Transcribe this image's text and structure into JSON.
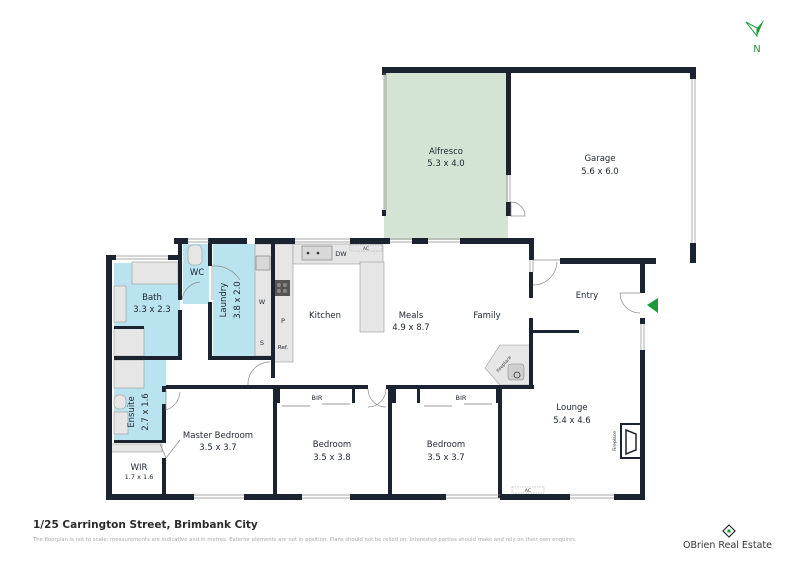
{
  "footer": {
    "address": "1/25 Carrington Street, Brimbank City",
    "disclaimer": "The floorplan is not to scale; measurements are indicative and in metres. Exterior elements are not in position. Plans should not be relied on. Interested parties should make and rely on their own enquires.",
    "brand_name": "OBrien Real Estate",
    "brand_icon": "diamond-logo-icon"
  },
  "compass": {
    "label": "N",
    "icon": "north-arrow-icon",
    "color": "#1a9a3a"
  },
  "colors": {
    "wall": "#1b2230",
    "wet_area": "#b9e3ef",
    "outdoor": "#d3e4d5",
    "fixture": "#e6e6e6",
    "entry_marker": "#1a9a3a"
  },
  "rooms": {
    "alfresco": {
      "name": "Alfresco",
      "dims": "5.3 x 4.0"
    },
    "garage": {
      "name": "Garage",
      "dims": "5.6 x 6.0"
    },
    "bath": {
      "name": "Bath",
      "dims": "3.3 x 2.3"
    },
    "wc": {
      "name": "WC"
    },
    "laundry": {
      "name": "Laundry",
      "dims": "3.8 x 2.0"
    },
    "kitchen": {
      "name": "Kitchen"
    },
    "meals": {
      "name": "Meals",
      "dims": "4.9 x 8.7"
    },
    "family": {
      "name": "Family"
    },
    "entry": {
      "name": "Entry"
    },
    "ensuite": {
      "name": "Ensuite",
      "dims": "2.7 x 1.6"
    },
    "wir": {
      "name": "WIR",
      "dims": "1.7 x 1.6"
    },
    "master": {
      "name": "Master Bedroom",
      "dims": "3.5 x 3.7"
    },
    "bedroom2": {
      "name": "Bedroom",
      "dims": "3.5 x 3.8"
    },
    "bedroom3": {
      "name": "Bedroom",
      "dims": "3.5 x 3.7"
    },
    "lounge": {
      "name": "Lounge",
      "dims": "5.4 x 4.6"
    }
  },
  "fixtures": {
    "washer": "W",
    "pantry": "P",
    "sink_label": "S",
    "fridge": "Ref.",
    "dishwasher": "DW",
    "ac_kitchen": "AC",
    "ac_lounge": "AC",
    "bir_1": "BIR",
    "bir_2": "BIR",
    "fireplace_family": "Fireplace",
    "fireplace_lounge": "Fireplace"
  }
}
